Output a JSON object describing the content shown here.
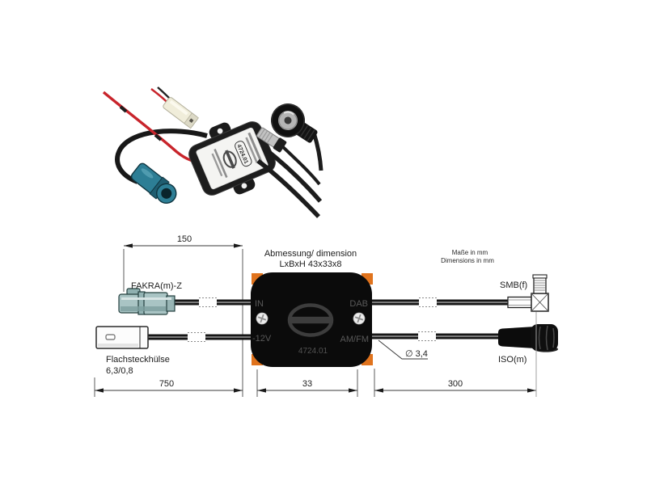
{
  "photo": {
    "box_label_code": "4724.01"
  },
  "diagram": {
    "title": {
      "line1": "Abmessung/ dimension",
      "line2": "LxBxH 43x33x8"
    },
    "units": {
      "line1": "Maße in mm",
      "line2": "Dimensions in mm"
    },
    "labels": {
      "fakra": "FAKRA(m)-Z",
      "flat_terminal_1": "Flachsteckhülse",
      "flat_terminal_2": "6,3/0,8",
      "smb": "SMB(f)",
      "iso": "ISO(m)",
      "diameter": "∅ 3,4"
    },
    "box": {
      "port_top_left": "IN",
      "port_top_right": "DAB",
      "port_bottom_left": "-12V",
      "port_bottom_right": "AM/FM",
      "model": "4724.01"
    },
    "dims": {
      "fakra_cable": "150",
      "flat_cable": "750",
      "box_width": "33",
      "right_cable": "300"
    },
    "colors": {
      "corner_marker": "#e0731d",
      "fakra_teal": "#a9c4c4",
      "wire_red": "#c8242b"
    }
  }
}
